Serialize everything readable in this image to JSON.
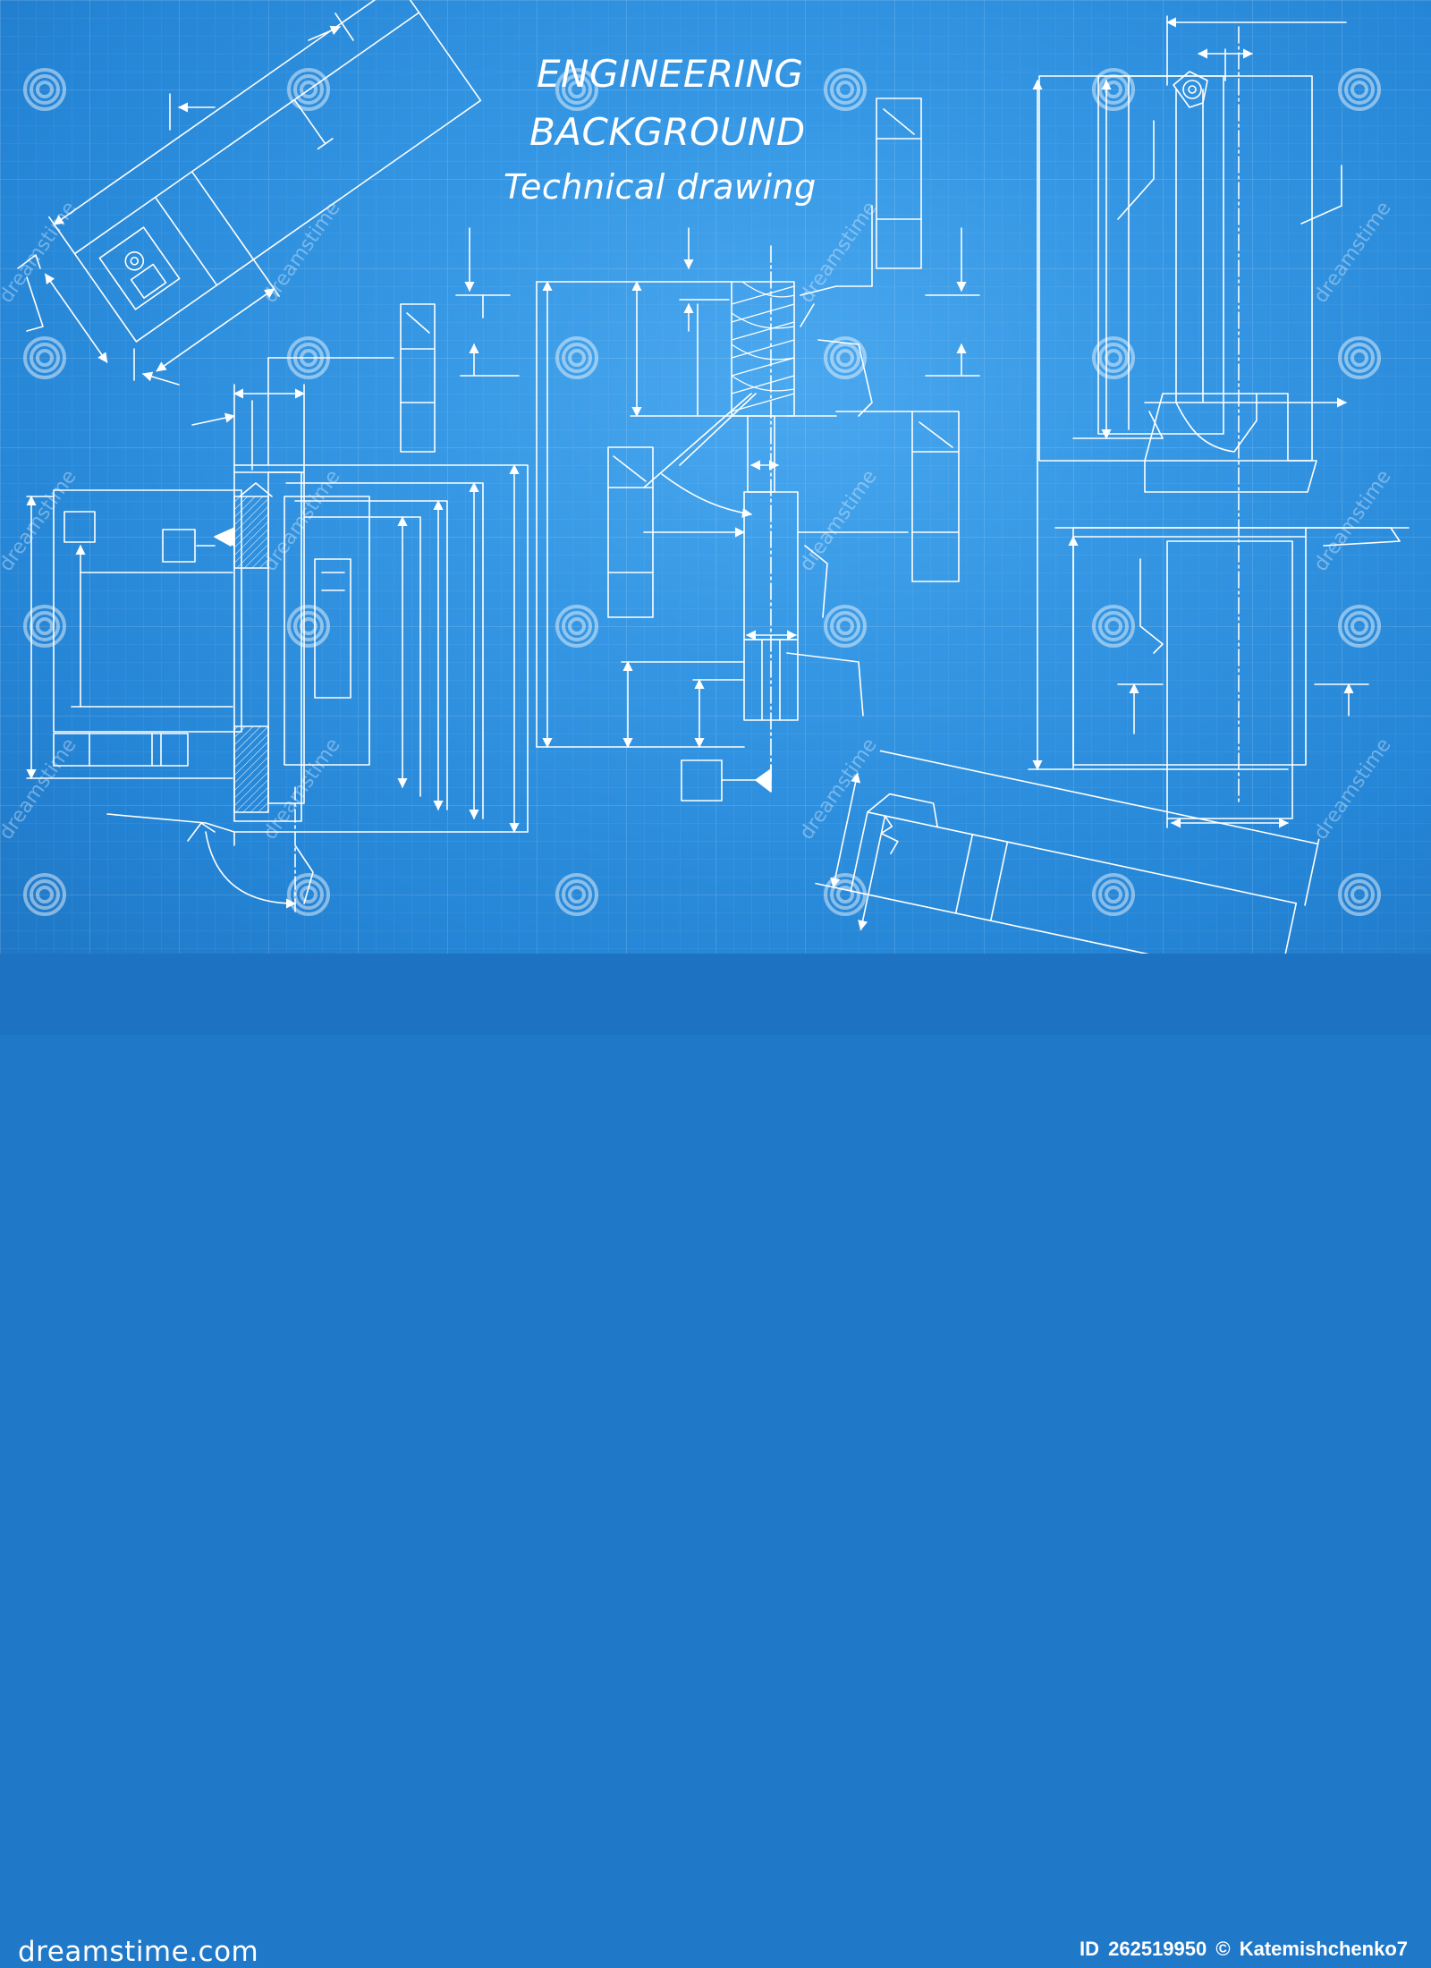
{
  "titles": {
    "line1": "ENGINEERING",
    "line2": "BACKGROUND",
    "line3": "Technical drawing"
  },
  "watermark": {
    "text": "dreamstime",
    "icon": "dreamstime-spiral-icon"
  },
  "footer": {
    "brand": "dreamstime.com",
    "id_label": "ID",
    "id_value": "262519950",
    "copyright_symbol": "©",
    "author": "Katemishchenko7"
  },
  "colors": {
    "blueprint_background": "#3597e4",
    "line_color": "#ffffff",
    "footer_background": "#1d72c1"
  }
}
